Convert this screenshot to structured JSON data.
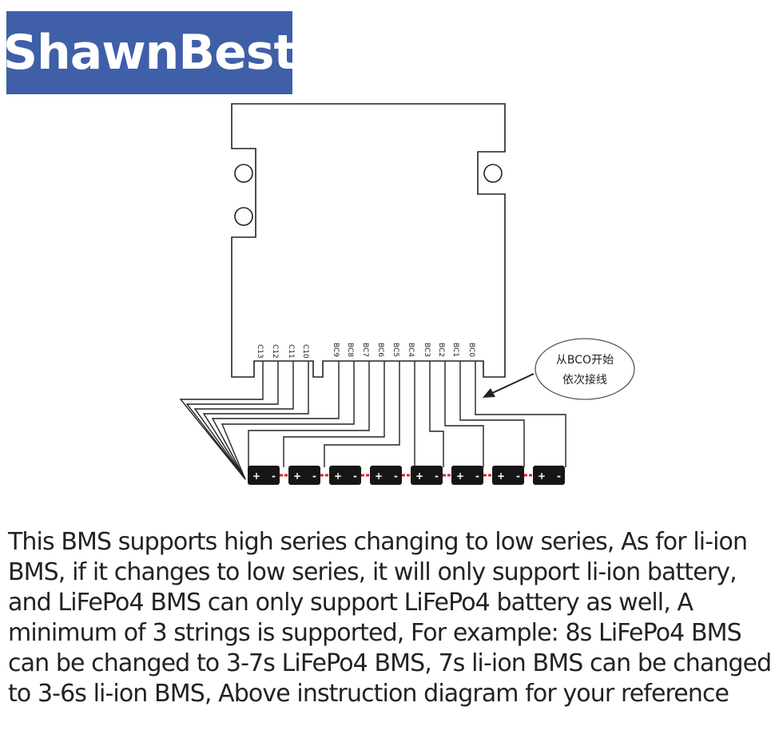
{
  "logo": {
    "text": "ShawnBest",
    "background": "#3f5fa8",
    "color": "#ffffff"
  },
  "diagram": {
    "pins_left": [
      "C13",
      "C12",
      "C11",
      "C10"
    ],
    "pins_right": [
      "BC9",
      "BC8",
      "BC7",
      "BC6",
      "BC5",
      "BC4",
      "BC3",
      "BC2",
      "BC1",
      "BC0"
    ],
    "callout": {
      "line1": "从BCO开始",
      "line2": "依次接线"
    },
    "battery_count": 8,
    "battery_plus": "+",
    "battery_minus": "-",
    "wire_color": "#222222",
    "link_color": "#e0202a"
  },
  "description": {
    "lines": [
      "This BMS supports high series changing to low series, As for li-ion",
      " BMS, if it changes to low series, it will only support li-ion battery,",
      "and LiFePo4 BMS can only support LiFePo4 battery as well, A",
      "minimum of 3 strings is supported, For example: 8s LiFePo4 BMS",
      "can be changed to 3-7s LiFePo4 BMS, 7s li-ion BMS can be changed",
      " to 3-6s li-ion BMS, Above instruction diagram for your reference"
    ]
  }
}
